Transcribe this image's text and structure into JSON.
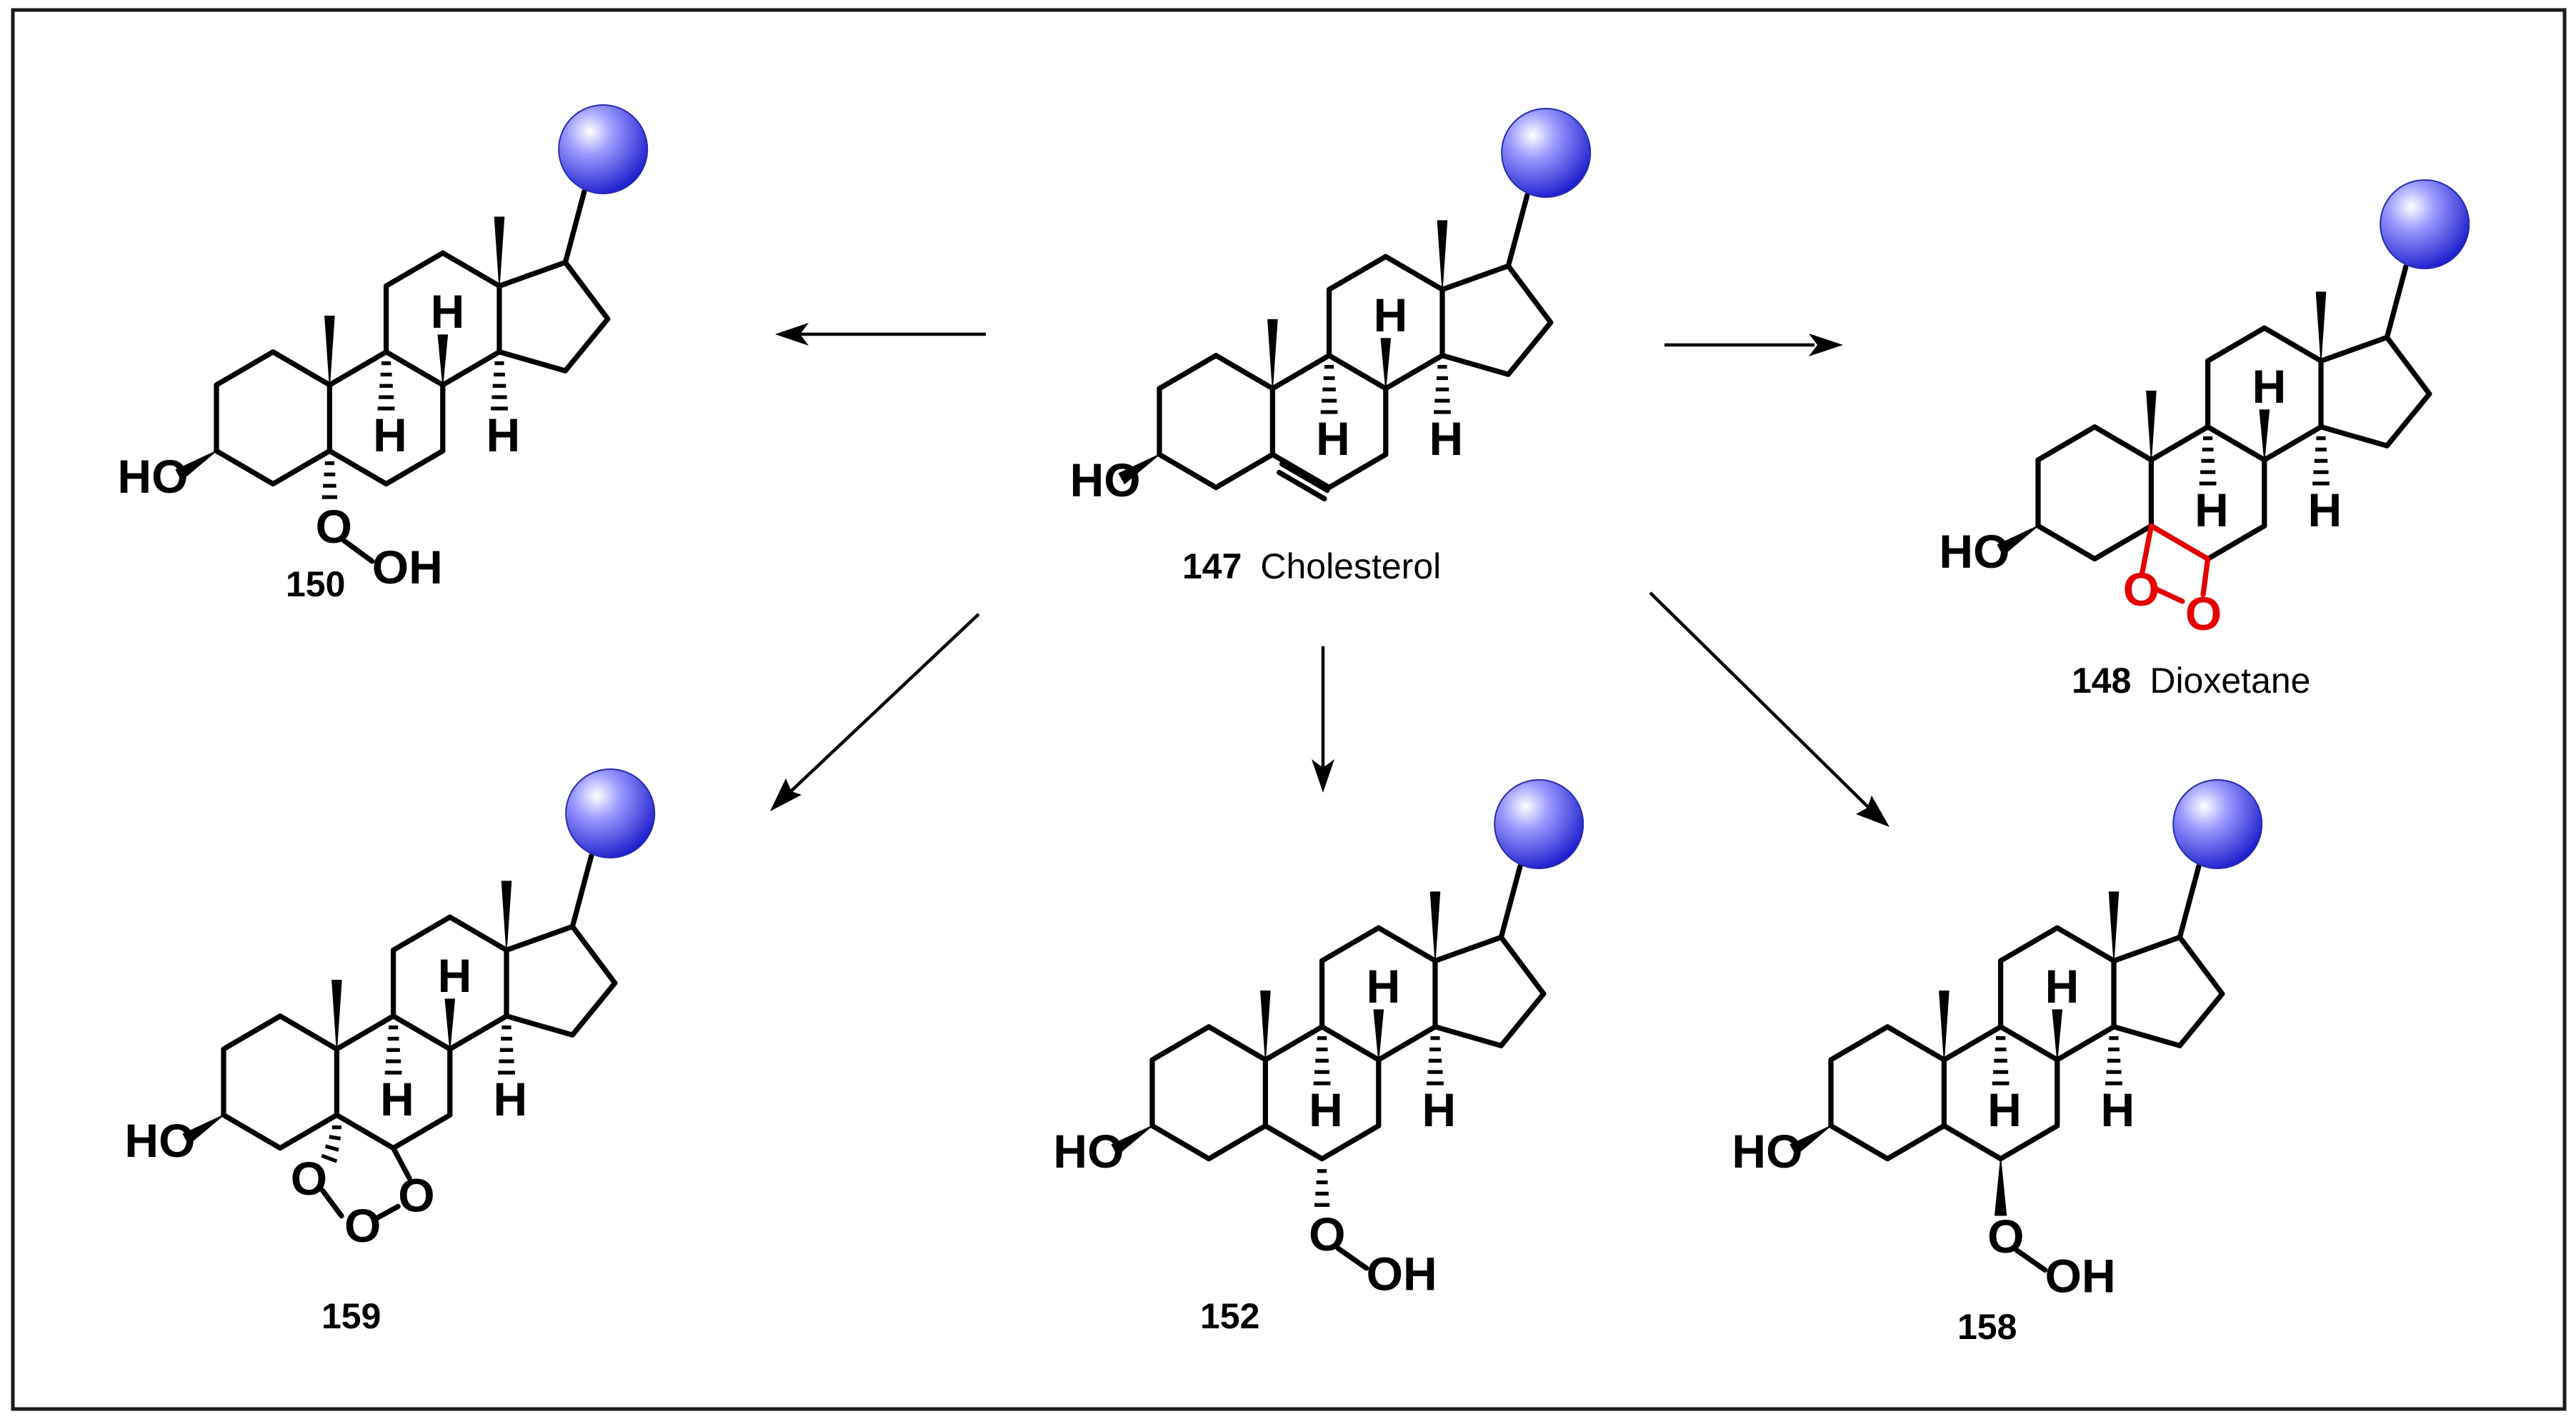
{
  "figure": {
    "compounds": [
      {
        "id": "cholesterol",
        "number": "147",
        "name": "Cholesterol",
        "oxidized_label": ""
      },
      {
        "id": "hydroperoxide_5a",
        "number": "150",
        "name": ""
      },
      {
        "id": "dioxetane",
        "number": "148",
        "name": "Dioxetane"
      },
      {
        "id": "ozonide",
        "number": "159",
        "name": ""
      },
      {
        "id": "hydroperoxide_7a",
        "number": "152",
        "name": ""
      },
      {
        "id": "hydroperoxide_7b",
        "number": "158",
        "name": ""
      }
    ],
    "atom_labels": {
      "hydroxyl": "HO",
      "hydrogen": "H",
      "oxygen": "O",
      "hydroperoxy_end": "OH"
    },
    "colors": {
      "side_chain_sphere": "#3b3bff",
      "highlight_ring": "#e60000",
      "bonds": "#000000"
    },
    "side_chain_icon": "blue-sphere-icon"
  }
}
